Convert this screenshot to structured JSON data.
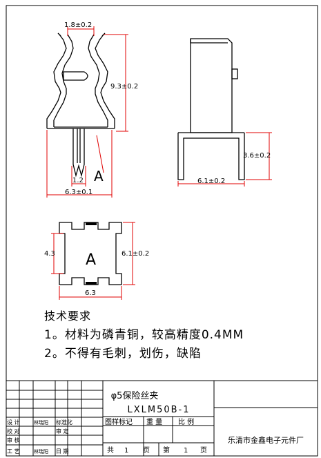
{
  "drawing": {
    "front_view": {
      "dim_top_width": "1.8±0.2",
      "dim_height": "9.3±0.2",
      "dim_pin_width": "1.2",
      "dim_base_width": "6.3±0.1",
      "mark": "A"
    },
    "side_view": {
      "dim_leg_height": "3.6±0.2",
      "dim_width": "6.1±0.2"
    },
    "top_view": {
      "dim_left": "4.3",
      "dim_right": "6.1±0.2",
      "dim_bottom": "6.3",
      "mark": "A"
    }
  },
  "requirements": {
    "title": "技术要求",
    "line1": "1。材料为磷青铜，较高精度0.4MM",
    "line2": "2。不得有毛刺，划伤，缺陷"
  },
  "title_block": {
    "part_name": "φ5保险丝夹",
    "part_code": "LXLM50B-1",
    "company": "乐清市金鑫电子元件厂",
    "headers": {
      "mark": "图样标记",
      "weight": "重 量",
      "scale": "比 例"
    },
    "sheet": {
      "total_prefix": "共",
      "total": "1",
      "total_unit": "页",
      "page_prefix": "第",
      "page": "1",
      "page_unit": "页"
    },
    "roles": [
      {
        "role": "设 计",
        "name": "林瑞阳",
        "role2": "标准化"
      },
      {
        "role": "校 对",
        "name": "",
        "role2": "审 定"
      },
      {
        "role": "审 核",
        "name": "",
        "role2": ""
      },
      {
        "role": "工 艺",
        "name": "林瑞阳",
        "role2": "日 期"
      }
    ]
  }
}
